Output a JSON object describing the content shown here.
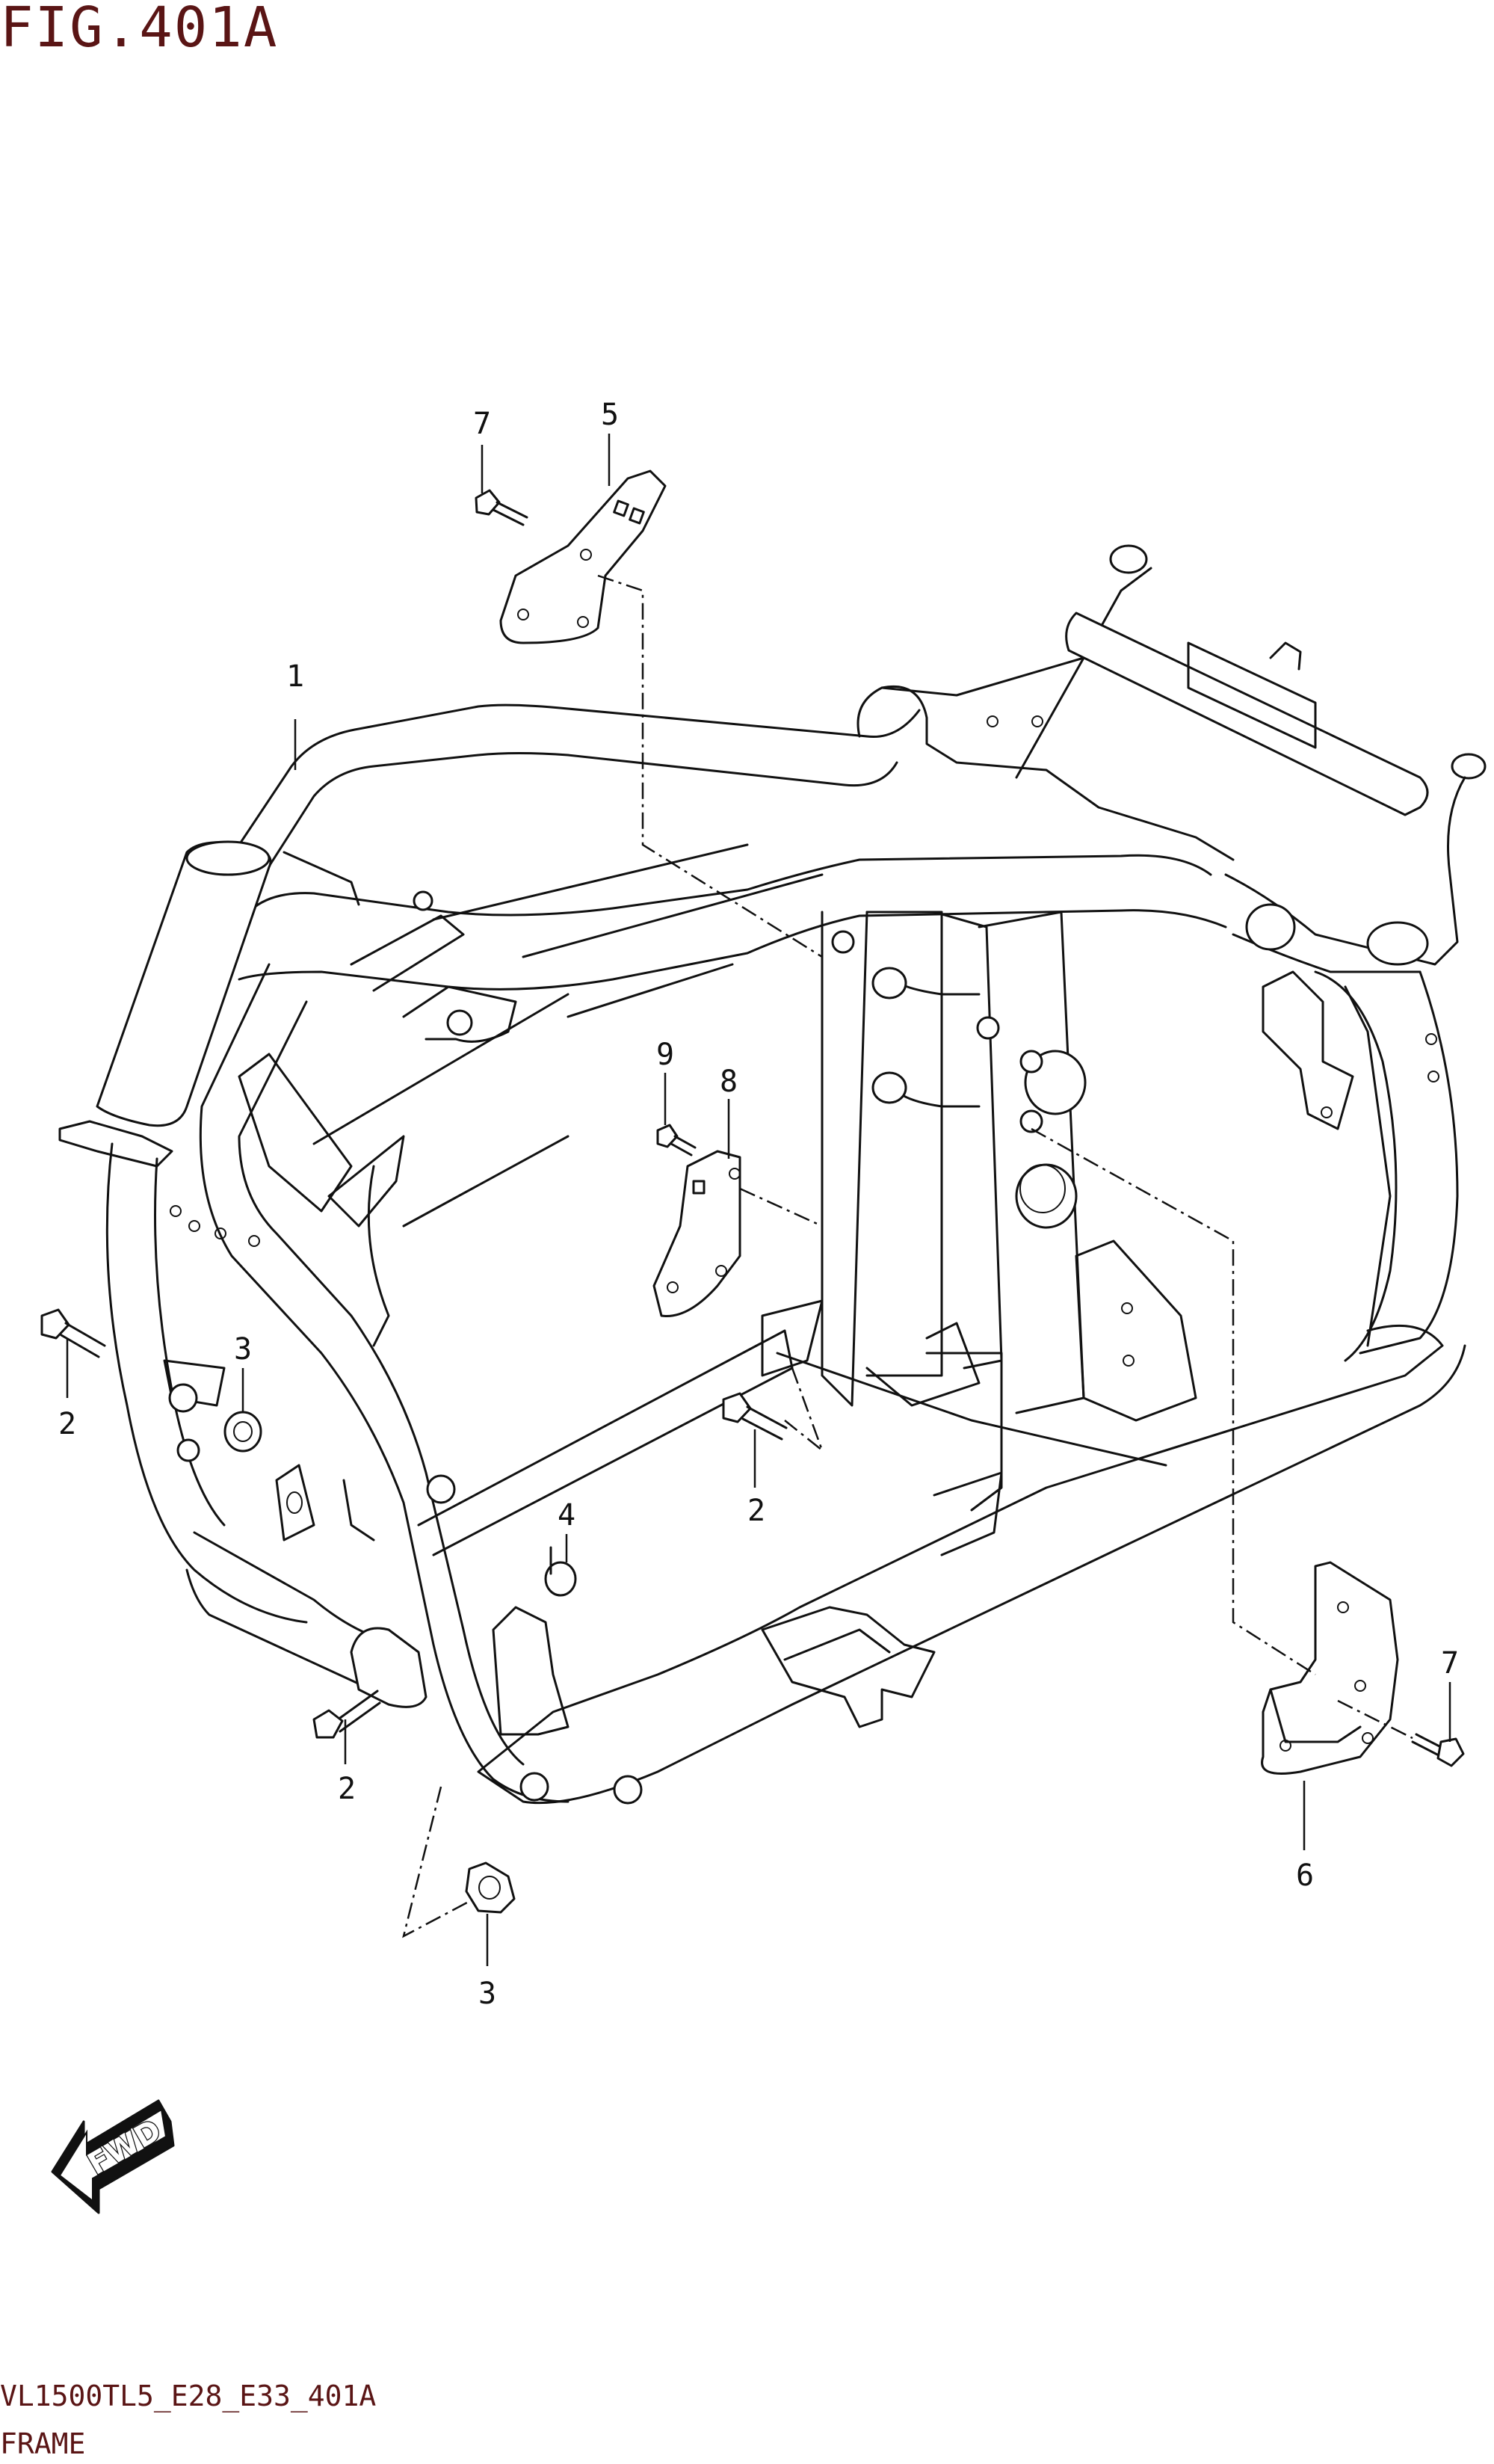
{
  "figure": {
    "title": "FIG.401A",
    "model_code": "VL1500TL5_E28_E33_401A",
    "subtitle": "FRAME"
  },
  "callouts": [
    {
      "id": "c1",
      "label": "1"
    },
    {
      "id": "c2a",
      "label": "2"
    },
    {
      "id": "c2b",
      "label": "2"
    },
    {
      "id": "c2c",
      "label": "2"
    },
    {
      "id": "c3a",
      "label": "3"
    },
    {
      "id": "c3b",
      "label": "3"
    },
    {
      "id": "c4",
      "label": "4"
    },
    {
      "id": "c5",
      "label": "5"
    },
    {
      "id": "c6",
      "label": "6"
    },
    {
      "id": "c7a",
      "label": "7"
    },
    {
      "id": "c7b",
      "label": "7"
    },
    {
      "id": "c8",
      "label": "8"
    },
    {
      "id": "c9",
      "label": "9"
    }
  ],
  "direction_badge": {
    "label": "FWD"
  }
}
